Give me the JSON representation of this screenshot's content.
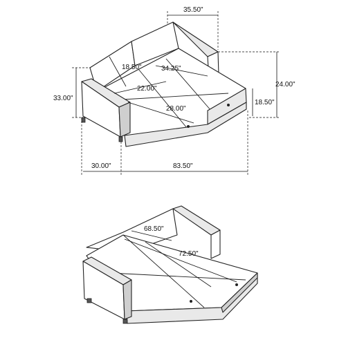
{
  "diagram": {
    "top_view": {
      "dimensions": {
        "arm_top_width": "35.50\"",
        "back_height": "18.50\"",
        "seat_width": "34.25\"",
        "total_height": "24.00\"",
        "side_height": "33.00\"",
        "seat_depth": "22.00\"",
        "seat_length": "28.00\"",
        "seat_height": "18.50\"",
        "arm_width": "30.00\"",
        "total_width": "83.50\""
      }
    },
    "bottom_view": {
      "dimensions": {
        "bed_width": "68.50\"",
        "bed_length": "72.50\""
      }
    }
  }
}
